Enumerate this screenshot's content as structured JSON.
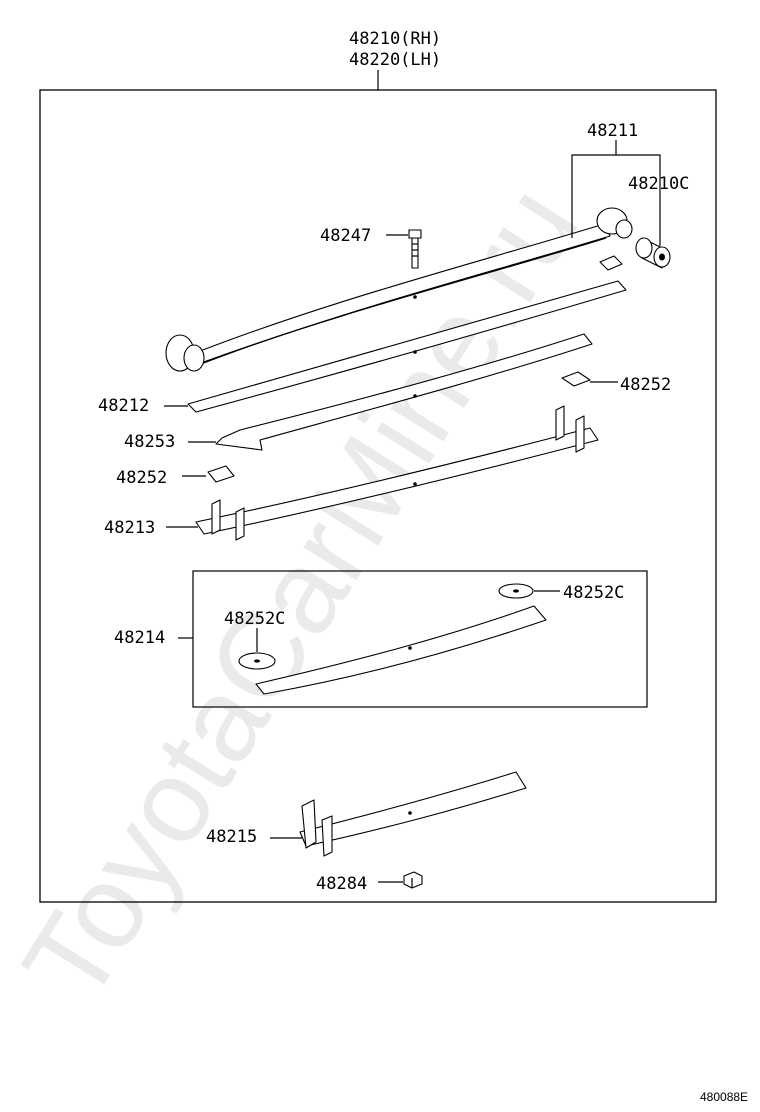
{
  "watermark": "ToyotaCarMine.ru",
  "diagram_code": "480088E",
  "labels": {
    "assembly_rh": "48210(RH)",
    "assembly_lh": "48220(LH)",
    "p48211": "48211",
    "p48210c": "48210C",
    "p48247": "48247",
    "p48252_right": "48252",
    "p48212": "48212",
    "p48253": "48253",
    "p48252_left": "48252",
    "p48213": "48213",
    "p48214": "48214",
    "p48252c_right": "48252C",
    "p48252c_left": "48252C",
    "p48215": "48215",
    "p48284": "48284"
  }
}
